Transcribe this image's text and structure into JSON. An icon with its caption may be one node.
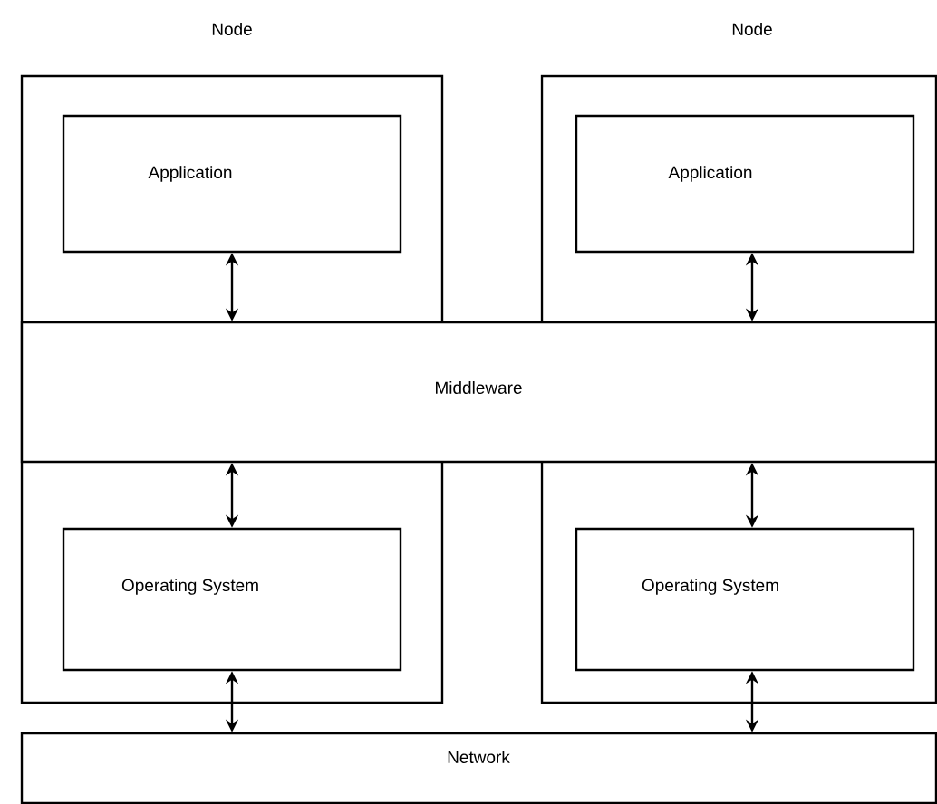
{
  "diagram": {
    "nodes": [
      {
        "text": [
          "Node"
        ]
      },
      {
        "text": [
          "Application"
        ],
        "in": 0
      },
      {
        "text": [
          "Node"
        ]
      },
      {
        "text": [
          "Application"
        ],
        "in": 2
      },
      {
        "text": [
          "Middleware"
        ]
      },
      {
        "text": [
          "Operating System"
        ],
        "in": 0
      },
      {
        "text": [
          "Operating System"
        ],
        "in": 2
      },
      {
        "text": [
          "Network"
        ]
      }
    ],
    "edges": [
      {
        "from": 1,
        "to": 4,
        "arrow": "both"
      },
      {
        "from": 3,
        "to": 4,
        "arrow": "both"
      },
      {
        "from": 4,
        "to": 5,
        "arrow": "both"
      },
      {
        "from": 4,
        "to": 6,
        "arrow": "both"
      },
      {
        "from": 5,
        "to": 7,
        "arrow": "both"
      },
      {
        "from": 6,
        "to": 7,
        "arrow": "both"
      }
    ]
  }
}
